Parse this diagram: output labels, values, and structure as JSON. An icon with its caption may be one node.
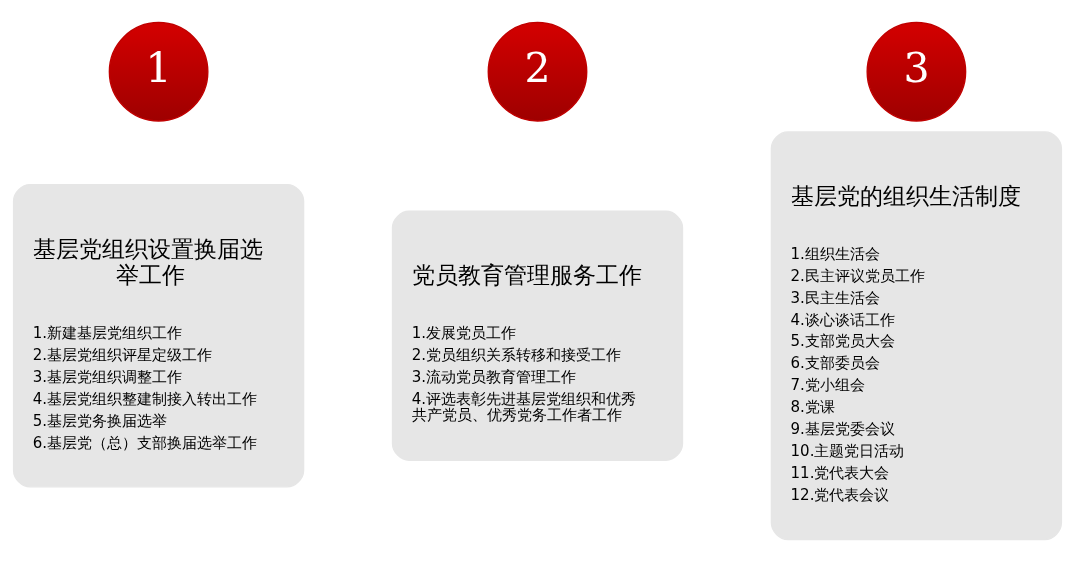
{
  "diagram": {
    "nodes": [
      {
        "text": [
          "1"
        ]
      },
      {
        "text": [
          "基层党组织设置换届选举工作",
          "1.新建基层党组织工作",
          "2.基层党组织评星定级工作",
          "3.基层党组织调整工作",
          "4.基层党组织整建制接入转出工作",
          "5.基层党务换届选举",
          "6.基层党（总）支部换届选举工作"
        ]
      },
      {
        "text": [
          "2"
        ]
      },
      {
        "text": [
          "党员教育管理服务工作",
          "1.发展党员工作",
          "2.党员组织关系转移和接受工作",
          "3.流动党员教育管理工作",
          "4.评选表彰先进基层党组织和优秀共产党员、优秀党务工作者工作"
        ]
      },
      {
        "text": [
          "3"
        ]
      },
      {
        "text": [
          "基层党的组织生活制度",
          "1.组织生活会",
          "2.民主评议党员工作",
          "3.民主生活会",
          "4.谈心谈话工作",
          "5.支部党员大会",
          "6.支部委员会",
          "7.党小组会",
          "8.党课",
          "9.基层党委会议",
          "10.主题党日活动",
          "11.党代表大会",
          "12.党代表会议"
        ]
      }
    ]
  }
}
